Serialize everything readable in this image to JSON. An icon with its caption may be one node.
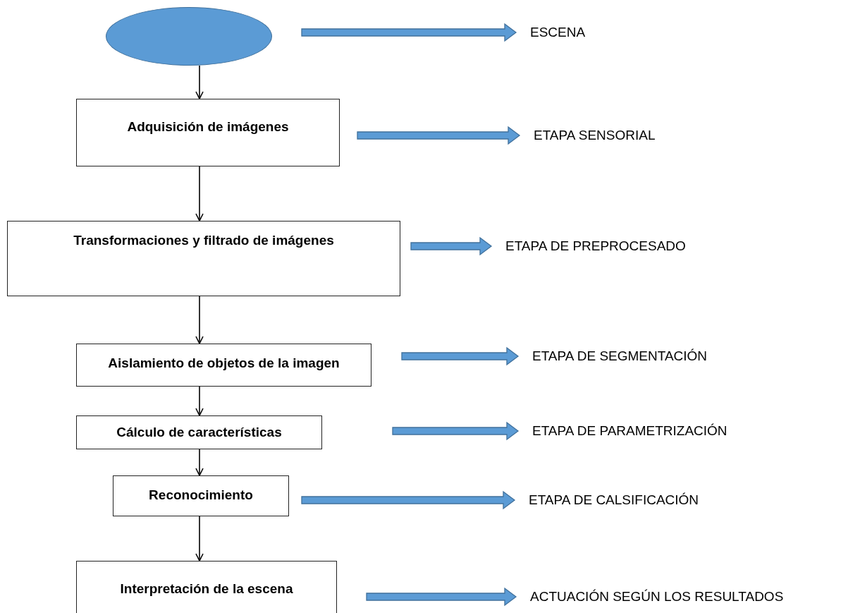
{
  "diagram": {
    "nodes": [
      {
        "text": [],
        "shape": "ellipse"
      },
      {
        "text": [
          "Adquisición de imágenes"
        ]
      },
      {
        "text": [
          "Transformaciones y filtrado de imágenes"
        ]
      },
      {
        "text": [
          "Aislamiento de objetos de la imagen"
        ]
      },
      {
        "text": [
          "Cálculo de características"
        ]
      },
      {
        "text": [
          "Reconocimiento"
        ]
      },
      {
        "text": [
          "Interpretación de la escena"
        ]
      },
      {
        "text": [
          "ESCENA"
        ]
      },
      {
        "text": [
          "ETAPA SENSORIAL"
        ]
      },
      {
        "text": [
          "ETAPA DE PREPROCESADO"
        ]
      },
      {
        "text": [
          "ETAPA DE SEGMENTACIÓN"
        ]
      },
      {
        "text": [
          "ETAPA DE PARAMETRIZACIÓN"
        ]
      },
      {
        "text": [
          "ETAPA DE CALSIFICACIÓN"
        ]
      },
      {
        "text": [
          "ACTUACIÓN SEGÚN LOS RESULTADOS"
        ]
      }
    ],
    "edges": [
      {
        "from": 0,
        "to": 1,
        "arrow": "to"
      },
      {
        "from": 1,
        "to": 2,
        "arrow": "to"
      },
      {
        "from": 2,
        "to": 3,
        "arrow": "to"
      },
      {
        "from": 3,
        "to": 4,
        "arrow": "to"
      },
      {
        "from": 4,
        "to": 5,
        "arrow": "to"
      },
      {
        "from": 5,
        "to": 6,
        "arrow": "to"
      },
      {
        "from": 0,
        "to": 7,
        "arrow": "to",
        "style": "thick",
        "color": "#5b9bd5"
      },
      {
        "from": 1,
        "to": 8,
        "arrow": "to",
        "style": "thick",
        "color": "#5b9bd5"
      },
      {
        "from": 2,
        "to": 9,
        "arrow": "to",
        "style": "thick",
        "color": "#5b9bd5"
      },
      {
        "from": 3,
        "to": 10,
        "arrow": "to",
        "style": "thick",
        "color": "#5b9bd5"
      },
      {
        "from": 4,
        "to": 11,
        "arrow": "to",
        "style": "thick",
        "color": "#5b9bd5"
      },
      {
        "from": 5,
        "to": 12,
        "arrow": "to",
        "style": "thick",
        "color": "#5b9bd5"
      },
      {
        "from": 6,
        "to": 13,
        "arrow": "to",
        "style": "thick",
        "color": "#5b9bd5"
      }
    ]
  }
}
